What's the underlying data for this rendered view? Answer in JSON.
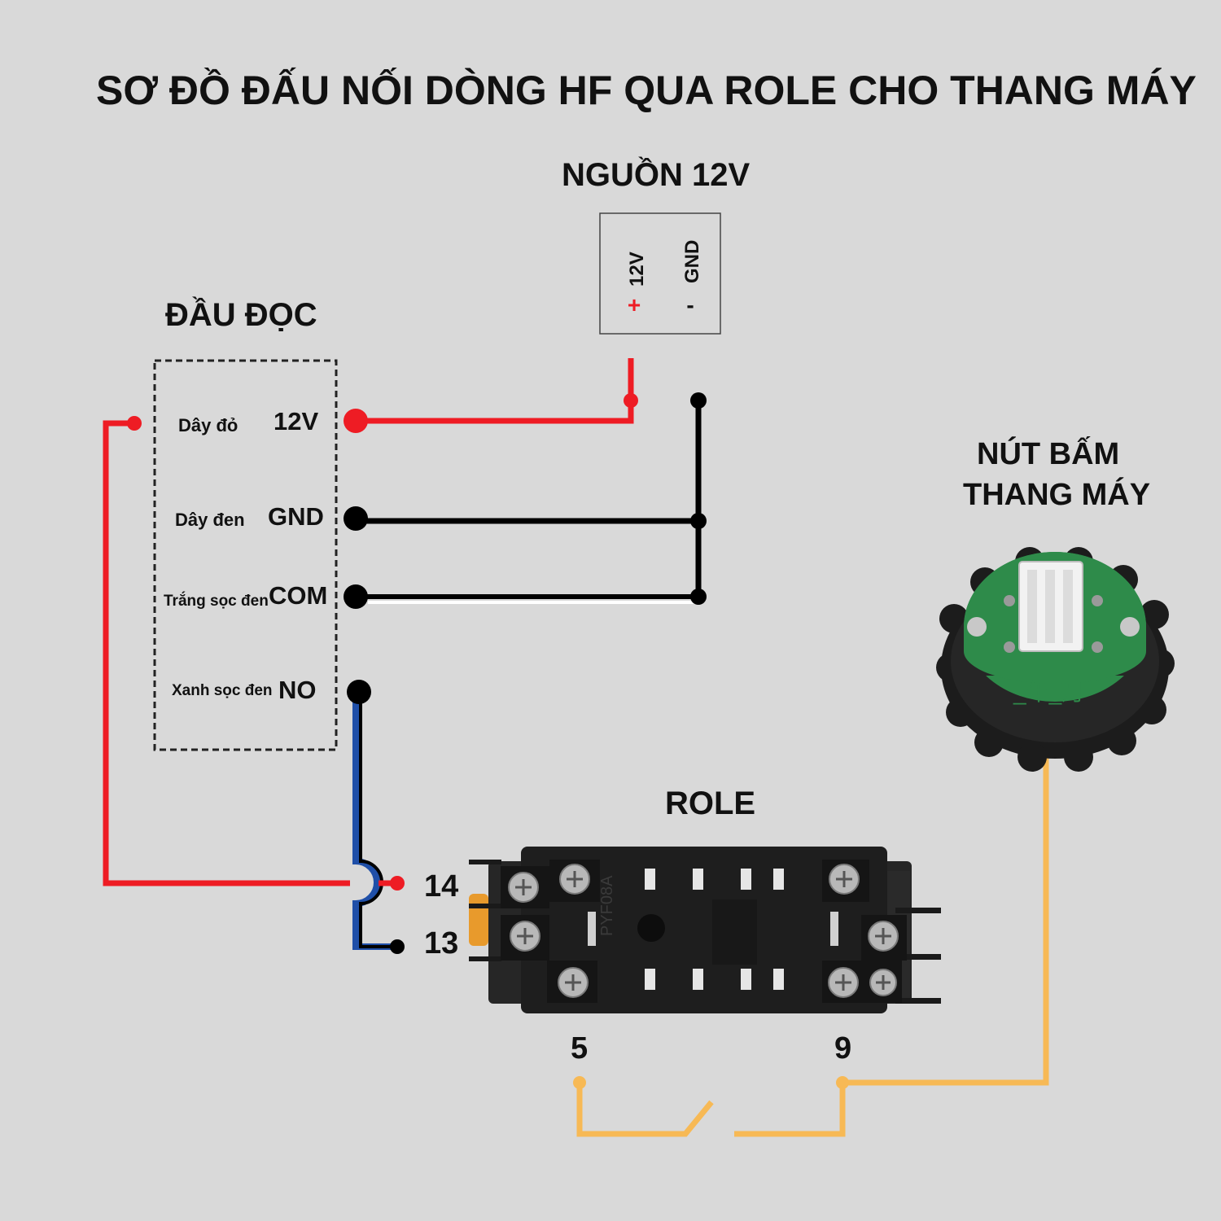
{
  "title": "SƠ ĐỒ ĐẤU NỐI DÒNG HF QUA ROLE CHO THANG MÁY",
  "power_supply": {
    "heading": "NGUỒN 12V",
    "pos_label": "12V",
    "pos_sign": "+",
    "neg_label": "GND",
    "neg_sign": "-"
  },
  "reader": {
    "heading": "ĐẦU ĐỌC",
    "pins": [
      {
        "wire": "Dây đỏ",
        "name": "12V"
      },
      {
        "wire": "Dây đen",
        "name": "GND"
      },
      {
        "wire": "Trắng sọc đen",
        "name": "COM"
      },
      {
        "wire": "Xanh sọc đen",
        "name": "NO"
      }
    ]
  },
  "button": {
    "heading_line1": "NÚT BẤM",
    "heading_line2": "THANG MÁY",
    "mark_text": "_年_月"
  },
  "relay": {
    "heading": "ROLE",
    "model": "PYF08A",
    "terminals": {
      "t14": "14",
      "t13": "13",
      "t5": "5",
      "t9": "9"
    }
  },
  "colors": {
    "background": "#d9d9d9",
    "red_wire": "#ee1c24",
    "black_wire": "#000000",
    "blue_wire": "#1f4fa8",
    "white_wire": "#ffffff",
    "switch_wire": "#f7b955",
    "pcb": "#2e8b4a",
    "relay_body": "#262626"
  }
}
